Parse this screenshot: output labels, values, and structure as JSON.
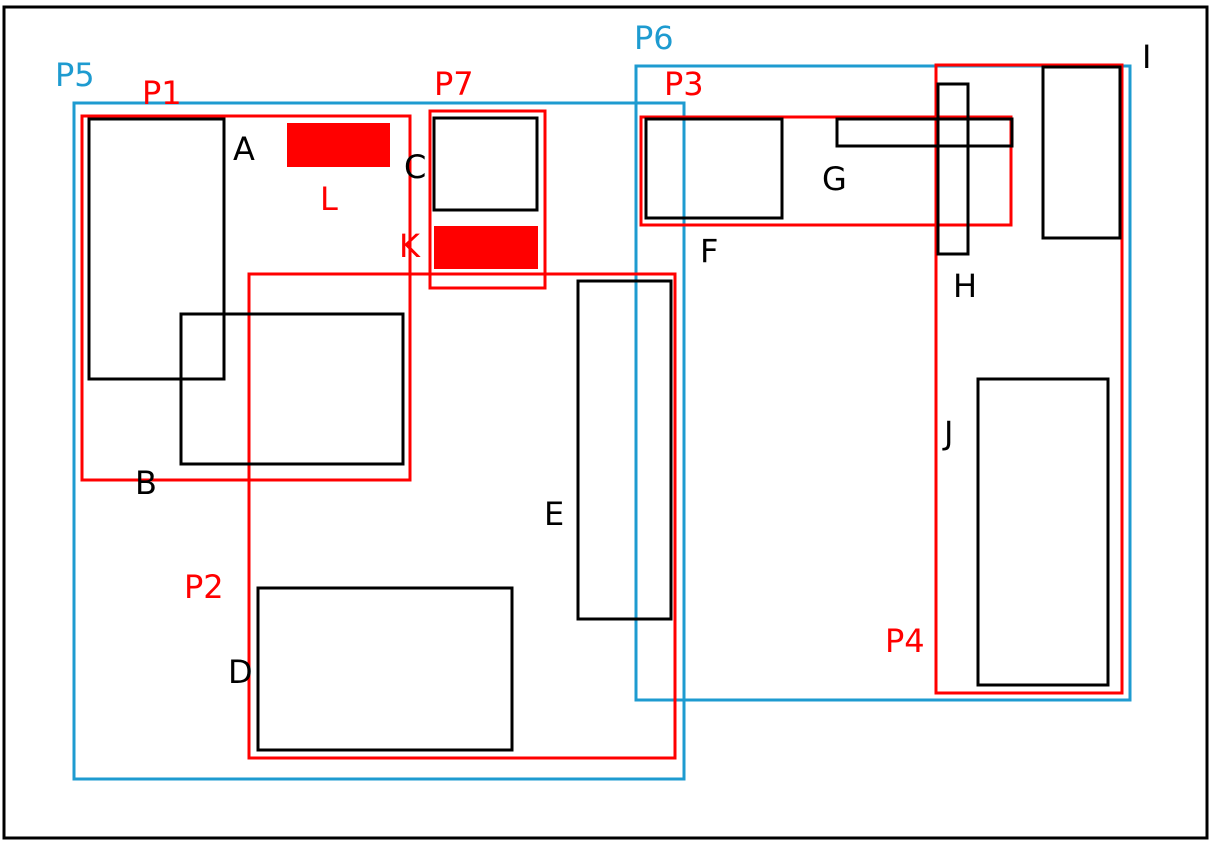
{
  "colors": {
    "border": "#000000",
    "red": "#ff0000",
    "blue": "#1e9bd0",
    "background": "#ffffff"
  },
  "blocks": {
    "A": "A",
    "B": "B",
    "C": "C",
    "D": "D",
    "E": "E",
    "F": "F",
    "G": "G",
    "H": "H",
    "I": "I",
    "J": "J"
  },
  "filled": {
    "K": "K",
    "L": "L"
  },
  "regions": {
    "P1": "P1",
    "P2": "P2",
    "P3": "P3",
    "P4": "P4",
    "P5": "P5",
    "P6": "P6",
    "P7": "P7"
  }
}
